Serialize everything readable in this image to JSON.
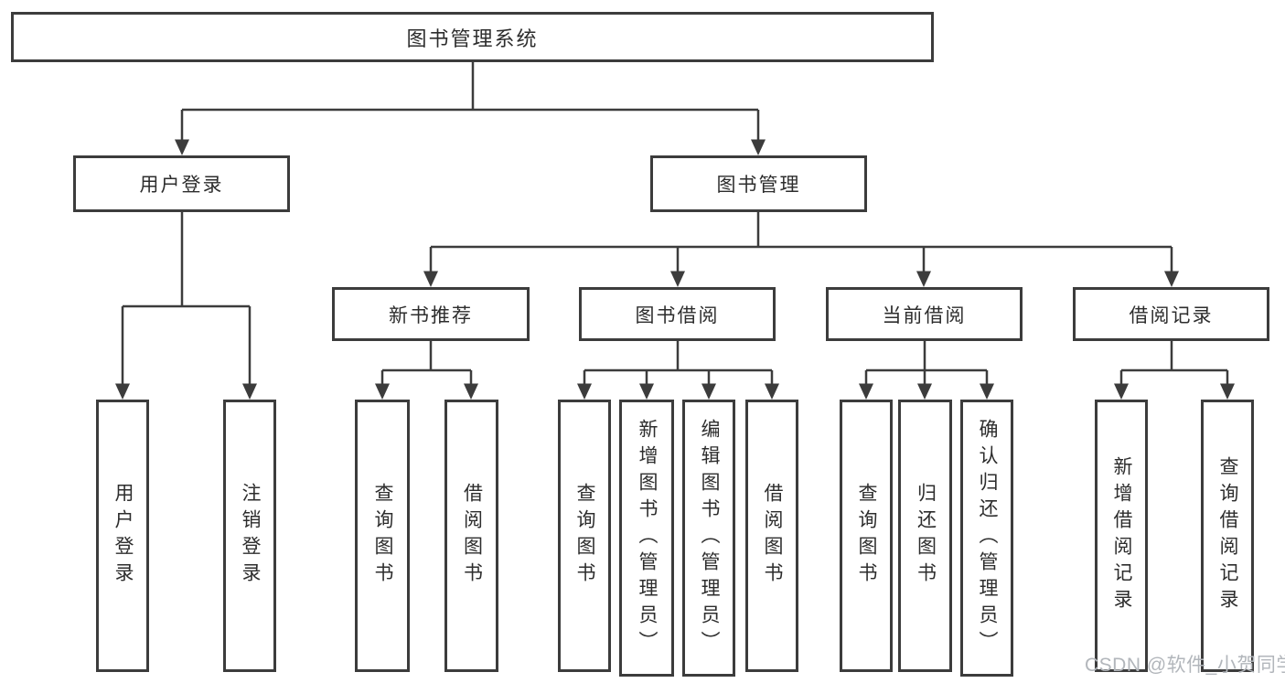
{
  "tree": {
    "label": "图书管理系统",
    "children": [
      {
        "label": "用户登录",
        "children": [
          {
            "label": "用户登录"
          },
          {
            "label": "注销登录"
          }
        ]
      },
      {
        "label": "图书管理",
        "children": [
          {
            "label": "新书推荐",
            "children": [
              {
                "label": "查询图书"
              },
              {
                "label": "借阅图书"
              }
            ]
          },
          {
            "label": "图书借阅",
            "children": [
              {
                "label": "查询图书"
              },
              {
                "label": "新增图书（管理员）"
              },
              {
                "label": "编辑图书（管理员）"
              },
              {
                "label": "借阅图书"
              }
            ]
          },
          {
            "label": "当前借阅",
            "children": [
              {
                "label": "查询图书"
              },
              {
                "label": "归还图书"
              },
              {
                "label": "确认归还（管理员）"
              }
            ]
          },
          {
            "label": "借阅记录",
            "children": [
              {
                "label": "新增借阅记录"
              },
              {
                "label": "查询借阅记录"
              }
            ]
          }
        ]
      }
    ]
  },
  "watermark": {
    "text": "CSDN @软件_小贺同学"
  },
  "colors": {
    "line": "#3c3c3c",
    "box_border": "#3c3c3c",
    "text": "#2d2d2d",
    "watermark": "#b2b6bb",
    "background": "#ffffff"
  }
}
